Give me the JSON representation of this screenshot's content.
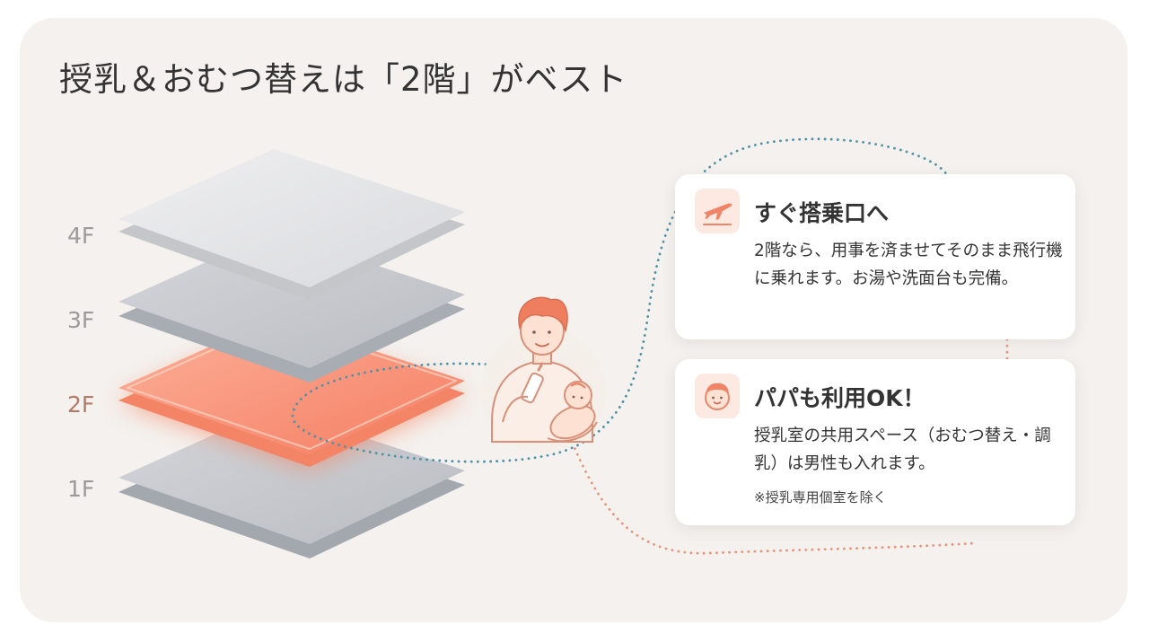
{
  "title": "授乳＆おむつ替えは「2階」がベスト",
  "floors": [
    {
      "label": "4F",
      "highlighted": false
    },
    {
      "label": "3F",
      "highlighted": false
    },
    {
      "label": "2F",
      "highlighted": true
    },
    {
      "label": "1F",
      "highlighted": false
    }
  ],
  "cards": {
    "boarding": {
      "icon": "airplane-icon",
      "title": "すぐ搭乗口へ",
      "body": "2階なら、用事を済ませてそのまま飛行機に乗れます。お湯や洗面台も完備。"
    },
    "papa": {
      "icon": "face-icon",
      "title": "パパも利用OK！",
      "body": "授乳室の共用スペース（おむつ替え・調乳）は男性も入れます。",
      "note": "※授乳専用個室を除く"
    }
  },
  "illustration": "father-with-baby-bottle-icon",
  "colors": {
    "accent": "#f07a5e",
    "teal_dots": "#4e92a6",
    "orange_dots": "#e8957a",
    "floor_gray": "#bfc3c9",
    "panel_bg": "#f4f1ee",
    "text": "#333333"
  }
}
